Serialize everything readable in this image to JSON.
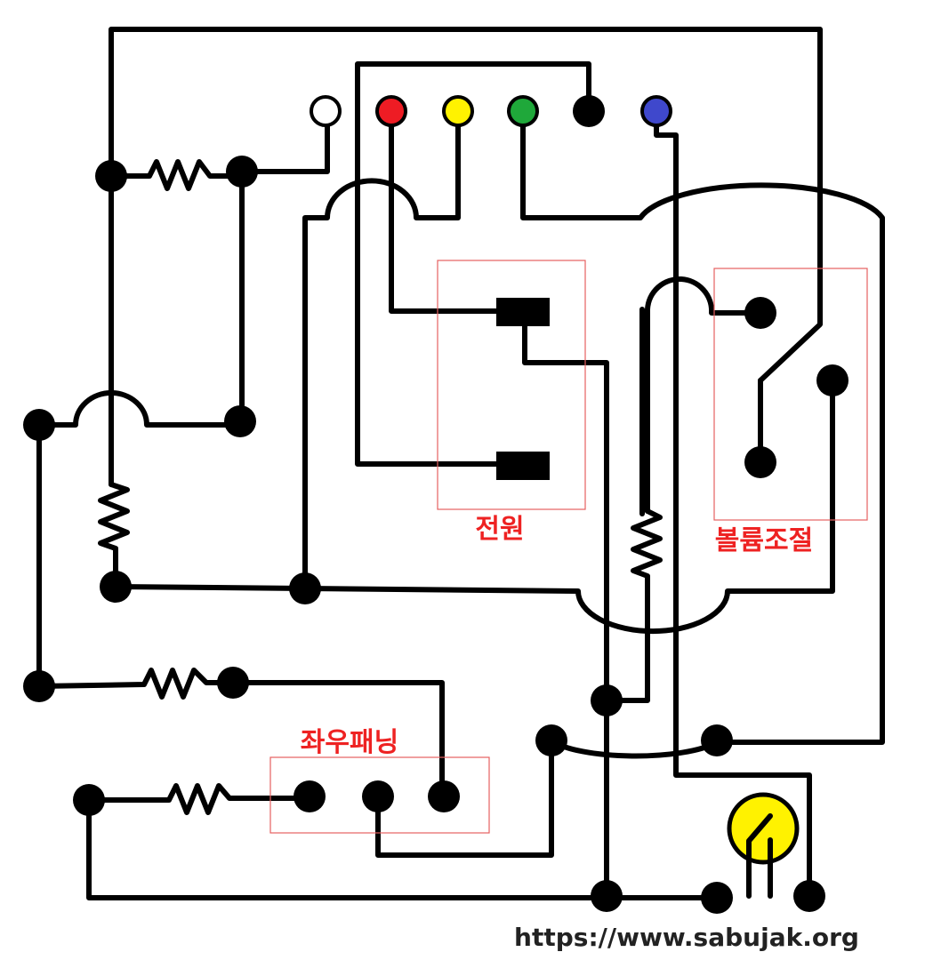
{
  "labels": {
    "power": "전원",
    "volume": "볼륨조절",
    "panning": "좌우패닝"
  },
  "url": "https://www.sabujak.org",
  "colors": {
    "terminal_white": "#ffffff",
    "terminal_red": "#ee1c24",
    "terminal_yellow": "#fff200",
    "terminal_green": "#1fa83a",
    "terminal_black": "#000000",
    "terminal_blue": "#3f48cc",
    "lamp": "#fff200",
    "label_red": "#ee2222",
    "box_outline": "#e66060"
  }
}
